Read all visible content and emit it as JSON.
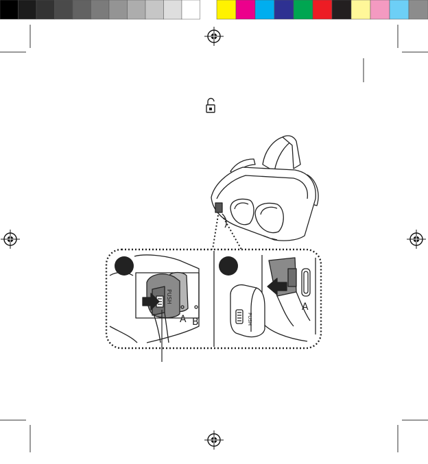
{
  "calibration_bar": {
    "grays": [
      "#000000",
      "#1c1c1c",
      "#333333",
      "#4a4a4a",
      "#626262",
      "#7b7b7b",
      "#949494",
      "#adadad",
      "#c6c6c6",
      "#dedede",
      "#ffffff"
    ],
    "colors": [
      "#fff200",
      "#ec008c",
      "#00aeef",
      "#2e3192",
      "#00a651",
      "#ed1c24",
      "#231f20",
      "#fff799",
      "#f49ac1",
      "#6dcff6",
      "#8c8c8c"
    ]
  },
  "icons": {
    "lock": "unlock-icon",
    "registration": "registration-mark-icon"
  },
  "detail_left": {
    "slot_a": "A",
    "slot_b": "B",
    "push_text": "PUSH"
  },
  "detail_right": {
    "slot_a": "A",
    "push_text": "PUSH"
  },
  "colors": {
    "badge": "#222222",
    "cover_gray": "#8a8a8a",
    "dotted_border": "#222222"
  }
}
